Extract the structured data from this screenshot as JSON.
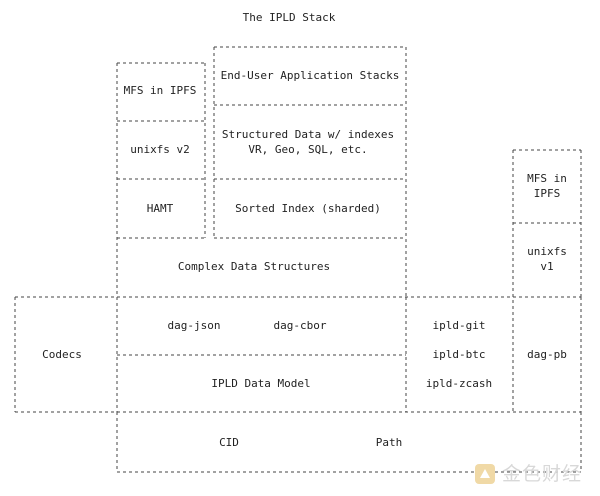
{
  "title": "The IPLD Stack",
  "boxes": {
    "mfs_ipfs_left": "MFS in IPFS",
    "unixfs_v2": "unixfs v2",
    "hamt": "HAMT",
    "end_user_stacks": "End-User Application Stacks",
    "structured_data_1": "Structured Data w/ indexes",
    "structured_data_2": "VR, Geo, SQL, etc.",
    "sorted_index": "Sorted Index (sharded)",
    "complex_data": "Complex Data Structures",
    "mfs_ipfs_right_1": "MFS in",
    "mfs_ipfs_right_2": "IPFS",
    "unixfs_v1_1": "unixfs",
    "unixfs_v1_2": "v1",
    "codecs": "Codecs",
    "dag_json": "dag-json",
    "dag_cbor": "dag-cbor",
    "ipld_data_model": "IPLD Data Model",
    "ipld_git": "ipld-git",
    "ipld_btc": "ipld-btc",
    "ipld_zcash": "ipld-zcash",
    "dag_pb": "dag-pb",
    "cid": "CID",
    "path": "Path"
  },
  "watermark": {
    "text": "金色财经"
  },
  "colors": {
    "line": "#444444",
    "text": "#222222",
    "watermark": "#d8d8d8"
  }
}
